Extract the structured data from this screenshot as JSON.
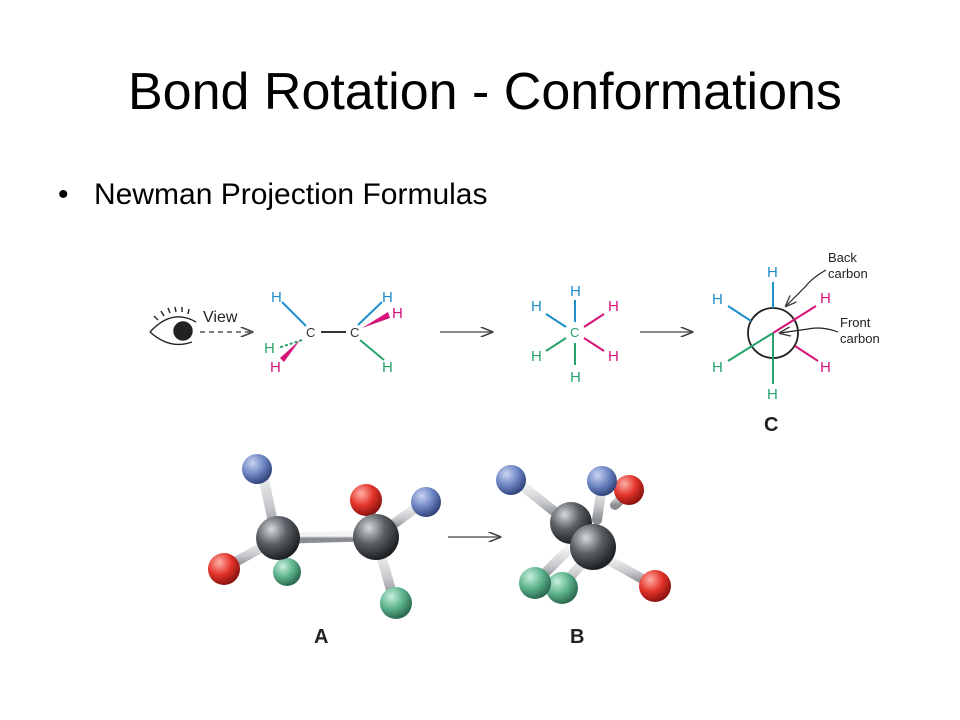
{
  "slide": {
    "title": "Bond Rotation - Conformations",
    "bullet": "Newman Projection Formulas"
  },
  "diagram": {
    "view_label": "View",
    "atom_h": "H",
    "atom_c": "C",
    "annotation_back": [
      "Back",
      "carbon"
    ],
    "annotation_front": [
      "Front",
      "carbon"
    ],
    "panel_labels": {
      "a": "A",
      "b": "B",
      "c": "C"
    }
  },
  "colors": {
    "blue": "#1f8fc9",
    "green": "#27a36b",
    "magenta": "#d6137a",
    "arrow": "#444444",
    "sphere_blue": "#6f86c4",
    "sphere_red": "#e3332a",
    "sphere_green": "#5db38e",
    "sphere_gray": "#5b6066"
  }
}
